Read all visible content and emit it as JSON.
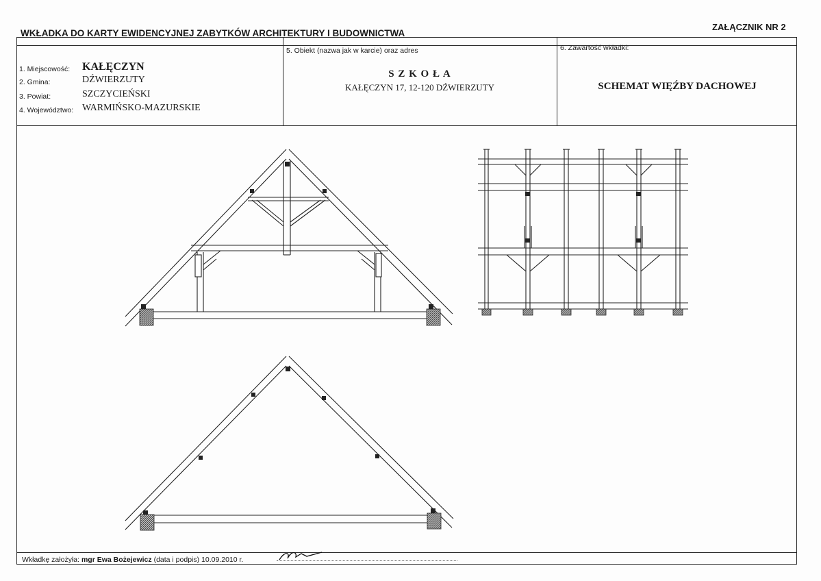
{
  "header": {
    "title": "WKŁADKA DO KARTY EWIDENCYJNEJ ZABYTKÓW ARCHITEKTURY I BUDOWNICTWA",
    "attachment": "ZAŁĄCZNIK NR 2"
  },
  "location": {
    "fields": [
      {
        "label": "1. Miejscowość:",
        "value": "KAŁĘCZYN"
      },
      {
        "label": "2. Gmina:",
        "value": "DŹWIERZUTY"
      },
      {
        "label": "3. Powiat:",
        "value": "SZCZYCIEŃSKI"
      },
      {
        "label": "4. Województwo:",
        "value": "WARMIŃSKO-MAZURSKIE"
      }
    ]
  },
  "object": {
    "label": "5. Obiekt (nazwa jak w karcie) oraz adres",
    "name": "S Z K O Ł A",
    "address": "KAŁĘCZYN 17, 12-120 DŹWIERZUTY"
  },
  "contents": {
    "label": "6. Zawartość wkładki:",
    "value": "SCHEMAT WIĘŹBY DACHOWEJ"
  },
  "footer": {
    "prefix": "Wkładkę założyła:",
    "author": "mgr Ewa Bożejewicz",
    "note": "(data i podpis)",
    "date": "10.09.2010 r."
  },
  "colors": {
    "ink": "#2a2a2a",
    "paper": "#fdfdfd"
  }
}
